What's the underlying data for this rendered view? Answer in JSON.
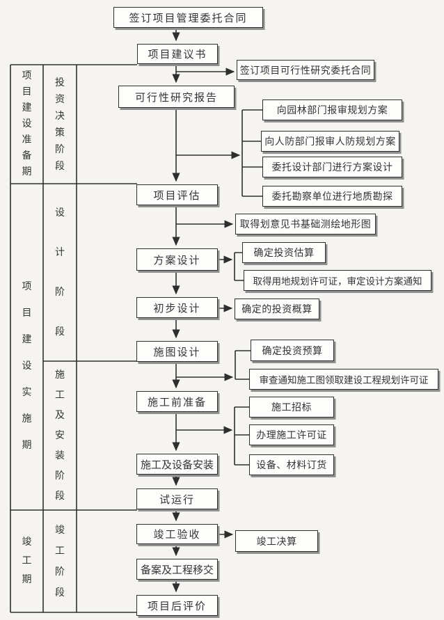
{
  "colors": {
    "background": "#f5f4f1",
    "line": "#2e2e2e",
    "box_fill": "#fdfdfc",
    "text": "#333333",
    "shadow": "#8f8f8f"
  },
  "table": {
    "periods": [
      "项目建设准备期",
      "项目建设实施期",
      "竣工期"
    ],
    "stages": [
      "投资决策阶段",
      "设计阶段",
      "施工及安装阶段",
      "竣工阶段"
    ]
  },
  "flow": {
    "main": [
      "签订项目管理委托合同",
      "项目建议书",
      "可行性研究报告",
      "项目评估",
      "方案设计",
      "初步设计",
      "施图设计",
      "施工前准备",
      "施工及设备安装",
      "试运行",
      "竣工验收",
      "备案及工程移交",
      "项目后评价"
    ],
    "branches": [
      "签订项目可行性研究委托合同",
      "向园林部门报审规划方案",
      "向人防部门报审人防规划方案",
      "委托设计部门进行方案设计",
      "委托勘察单位进行地质勘探",
      "取得划意见书基础测绘地形图",
      "确定投资估算",
      "取得用地规划许可证，审定设计方案通知",
      "确定的投资概算",
      "确定投资预算",
      "审查通知施工图领取建设工程规划许可证",
      "施工招标",
      "办理施工许可证",
      "设备、材料订货",
      "竣工决算"
    ]
  }
}
